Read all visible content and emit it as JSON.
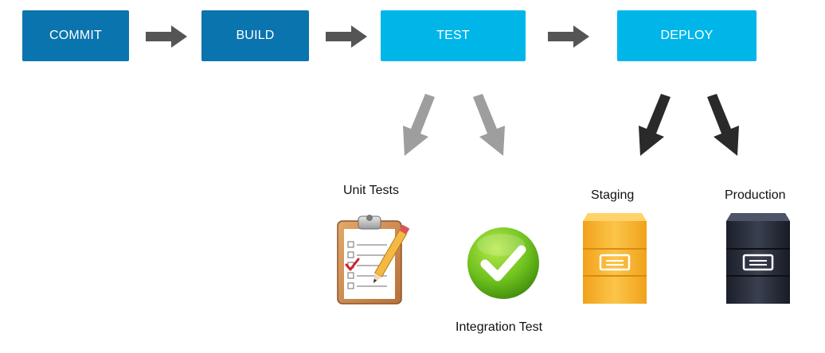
{
  "pipeline": {
    "stages": [
      {
        "id": "commit",
        "label": "COMMIT"
      },
      {
        "id": "build",
        "label": "BUILD"
      },
      {
        "id": "test",
        "label": "TEST"
      },
      {
        "id": "deploy",
        "label": "DEPLOY"
      }
    ]
  },
  "test_children": {
    "unit": {
      "label": "Unit Tests",
      "icon": "clipboard-checklist-icon"
    },
    "integration": {
      "label": "Integration Test",
      "icon": "checkmark-circle-icon"
    }
  },
  "deploy_children": {
    "staging": {
      "label": "Staging",
      "icon": "orange-cabinet-icon"
    },
    "production": {
      "label": "Production",
      "icon": "dark-server-icon"
    }
  },
  "colors": {
    "stage_dark": "#0a74ae",
    "stage_light": "#00b6e9",
    "flow_arrow": "#555555",
    "test_arrow": "#9e9e9e",
    "deploy_arrow": "#2a2a2a"
  }
}
